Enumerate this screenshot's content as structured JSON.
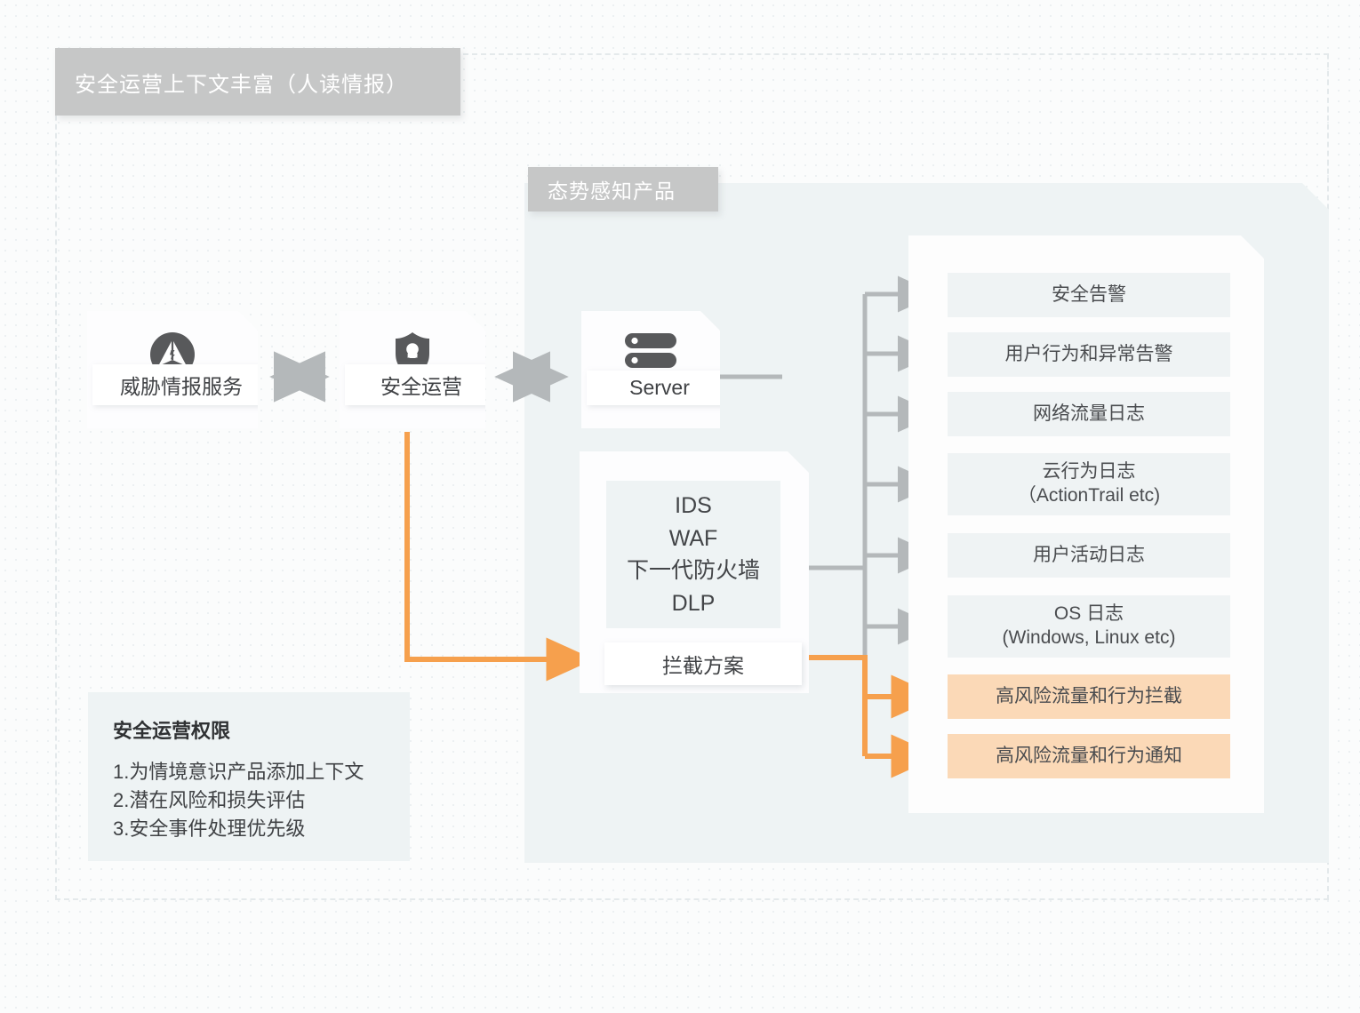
{
  "banners": {
    "main": "安全运营上下文丰富（人读情报）",
    "situational_awareness": "态势感知产品"
  },
  "nodes": {
    "threat_intel": {
      "label": "威胁情报服务",
      "icon": "threat-intelligence-icon"
    },
    "security_ops": {
      "label": "安全运营",
      "icon": "shield-lock-icon"
    },
    "server": {
      "label": "Server",
      "icon": "server-icon"
    }
  },
  "devices": {
    "items": [
      "IDS",
      "WAF",
      "下一代防火墙",
      "DLP"
    ],
    "action": "拦截方案"
  },
  "outputs": [
    {
      "label": "安全告警",
      "highlight": false
    },
    {
      "label": "用户行为和异常告警",
      "highlight": false
    },
    {
      "label": "网络流量日志",
      "highlight": false
    },
    {
      "label": "云行为日志\n（ActionTrail etc)",
      "highlight": false
    },
    {
      "label": "用户活动日志",
      "highlight": false
    },
    {
      "label": "OS 日志\n(Windows, Linux etc)",
      "highlight": false
    },
    {
      "label": "高风险流量和行为拦截",
      "highlight": true
    },
    {
      "label": "高风险流量和行为通知",
      "highlight": true
    }
  ],
  "permissions": {
    "title": "安全运营权限",
    "items": [
      "1.为情境意识产品添加上下文",
      "2.潜在风险和损失评估",
      "3.安全事件处理优先级"
    ]
  },
  "colors": {
    "banner_gray": "#c6c7c7",
    "panel_bg": "#eef3f4",
    "accent_orange": "#f6a04d",
    "highlight_orange": "#fbd9b7",
    "connector_gray": "#b4b8ba",
    "icon_gray": "#58595b"
  }
}
